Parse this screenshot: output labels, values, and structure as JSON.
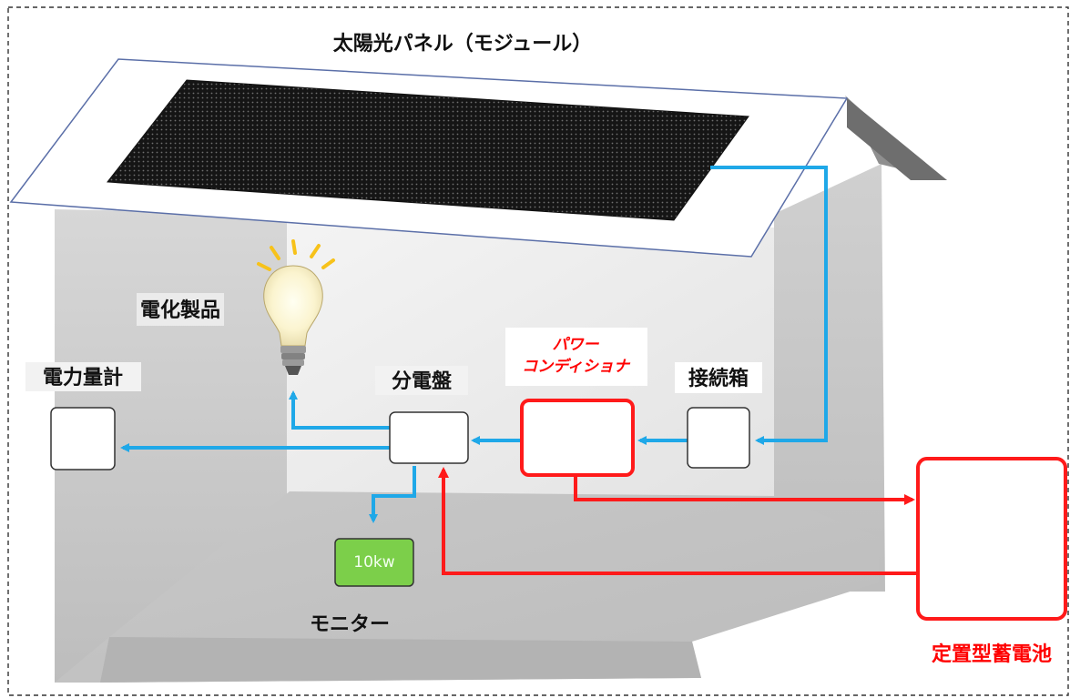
{
  "title": "太陽光パネル（モジュール）",
  "labels": {
    "appliance": "電化製品",
    "meter": "電力量計",
    "distribution_board": "分電盤",
    "power_conditioner_line1": "パワー",
    "power_conditioner_line2": "コンディショナ",
    "junction_box": "接続箱",
    "monitor": "モニター",
    "monitor_display": "10kw",
    "storage_battery": "定置型蓄電池"
  },
  "colors": {
    "blue_wire": "#1fa8e8",
    "red_wire": "#ff1a1a",
    "monitor_green": "#7ccf4a",
    "panel_black": "#151515"
  },
  "icons": {
    "bulb": "light-bulb-icon"
  }
}
